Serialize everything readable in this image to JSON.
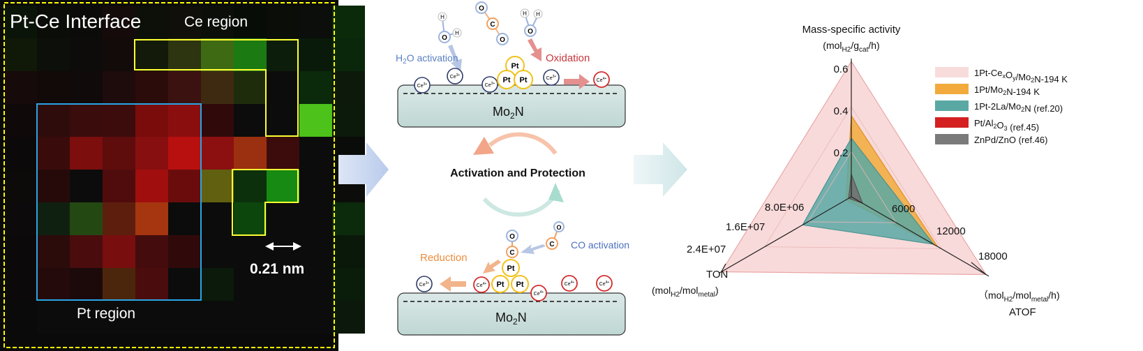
{
  "heatmap": {
    "title": "Pt-Ce Interface",
    "ce_region_label": "Ce region",
    "pt_region_label": "Pt region",
    "scale_label": "0.21 nm",
    "colors": {
      "frame": "#ffff00",
      "ce_outline": "#ffff33",
      "pt_outline": "#29a6e6"
    },
    "grid": [
      [
        "#0b1408",
        "#0a0d08",
        "#0b0c0a",
        "#140b0a",
        "#0c1009",
        "#100f09",
        "#0b0e09",
        "#080c07",
        "#0a0d08",
        "#0b0e0a",
        "#0a2a0a"
      ],
      [
        "#101808",
        "#0c0f0a",
        "#0d0c0b",
        "#130b0a",
        "#141a0a",
        "#2c3410",
        "#3f6a14",
        "#1c7a12",
        "#0c1d0c",
        "#0a1a0a",
        "#0a260b"
      ],
      [
        "#160a0a",
        "#120909",
        "#100a0a",
        "#1e0b0b",
        "#2c0b0b",
        "#3c1210",
        "#3e2a10",
        "#1e2c0c",
        "#0c0c0c",
        "#0b2a0b",
        "#0d1a0b"
      ],
      [
        "#100909",
        "#2e0c0c",
        "#3a0c0c",
        "#3c0c0c",
        "#7a0c0c",
        "#8a0e0e",
        "#300a0a",
        "#0c0c0c",
        "#0c0c0c",
        "#4cc21a",
        "#0b1a0a"
      ],
      [
        "#0b0909",
        "#3a0b0b",
        "#7c0e0e",
        "#5e0c0c",
        "#880f0f",
        "#b80f0f",
        "#8c1010",
        "#9a3010",
        "#3c0c0c",
        "#0c0c0c",
        "#0a0c0a"
      ],
      [
        "#0d0a0a",
        "#260a0a",
        "#0c0c0c",
        "#500c0c",
        "#a00e0e",
        "#6a0c0c",
        "#606010",
        "#0c300c",
        "#168a12",
        "#0c0c0c",
        "#0c0d0a"
      ],
      [
        "#0c0a0a",
        "#102010",
        "#244812",
        "#5e1e0e",
        "#a63610",
        "#0c0c0c",
        "#0c0c0c",
        "#0c460c",
        "#0c0c0c",
        "#0c0c0c",
        "#0c2a0c"
      ],
      [
        "#0b0909",
        "#2c0b0b",
        "#4a0c0c",
        "#780e0e",
        "#440c0c",
        "#300a0a",
        "#0c0c0c",
        "#0c0c0c",
        "#0c0c0c",
        "#0c0c0c",
        "#0a180a"
      ],
      [
        "#0b0909",
        "#240a0a",
        "#1c0a0a",
        "#4c260c",
        "#4a0c0c",
        "#0c0c0c",
        "#0c1a0c",
        "#0c0c0c",
        "#0c0c0c",
        "#0c0c0c",
        "#0a1c0a"
      ],
      [
        "#0a0a0a",
        "#0c0c0c",
        "#0c0c0c",
        "#0c0c0c",
        "#0c0c0c",
        "#0c0c0c",
        "#0c0c0c",
        "#0c0c0c",
        "#0c0c0c",
        "#0c0c0c",
        "#0b180b"
      ]
    ]
  },
  "mechanism": {
    "h2o_activation": "H2O activation",
    "oxidation": "Oxidation",
    "reduction": "Reduction",
    "co_activation": "CO activation",
    "center_label": "Activation and Protection",
    "support_label": "Mo2N",
    "atoms": {
      "pt": "Pt",
      "o": "O",
      "h": "H",
      "c": "C",
      "ce3": "Ce3+",
      "ce4": "Ce4+"
    },
    "colors": {
      "blue_arrow": "#b7c6e4",
      "red_arrow": "#e58f8f",
      "orange_arrow": "#f2b48a",
      "h2o_text": "#5a7fc2",
      "oxidation_text": "#c8373c",
      "reduction_text": "#ee8c3d",
      "co_text": "#4d6fbf",
      "pt_ring": "#f2c21a",
      "ce3_ring": "#2f3b6a",
      "ce4_ring": "#d22b2b",
      "support_fill": "#cfe2df",
      "big_arrow": "#c9d6ee",
      "teal_arrow": "#cfe8ea"
    }
  },
  "radar": {
    "axis_top_title": "Mass-specific activity",
    "axis_top_unit": "(molH2/gcat/h)",
    "axis_right_title": "ATOF",
    "axis_right_unit": "(molH2/molmetal/h)",
    "axis_left_title": "TON",
    "axis_left_unit": "(molH2/molmetal)",
    "ticks_top": [
      "0.2",
      "0.4",
      "0.6"
    ],
    "ticks_right": [
      "6000",
      "12000",
      "18000"
    ],
    "ticks_left": [
      "8.0E+06",
      "1.6E+07",
      "2.4E+07"
    ]
  },
  "chart_data": {
    "type": "radar",
    "axes": [
      "Mass-specific activity",
      "ATOF",
      "TON"
    ],
    "axis_units": [
      "(molH2/gcat/h)",
      "(molH2/molmetal/h)",
      "(molH2/molmetal)"
    ],
    "axis_max": [
      0.6,
      18000,
      24000000
    ],
    "series": [
      {
        "name": "1Pt-CexOy/Mo2N-194 K",
        "values": [
          0.6,
          18000,
          24000000
        ],
        "color": "#f8d3d3"
      },
      {
        "name": "1Pt/Mo2N-194 K",
        "values": [
          0.36,
          11500,
          1000000
        ],
        "color": "#f2aa3c"
      },
      {
        "name": "1Pt-2La/Mo2N (ref.20)",
        "values": [
          0.26,
          11000,
          9000000
        ],
        "color": "#5aa8a4"
      },
      {
        "name": "Pt/Al2O3 (ref.45)",
        "values": [
          0.0,
          0,
          0
        ],
        "color": "#d42020"
      },
      {
        "name": "ZnPd/ZnO (ref.46)",
        "values": [
          0.1,
          1500,
          500000
        ],
        "color": "#808080"
      }
    ]
  }
}
